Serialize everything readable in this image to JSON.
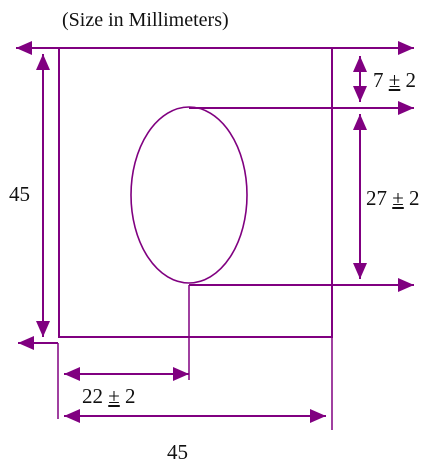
{
  "diagram": {
    "title": "(Size in Millimeters)",
    "dimensions": {
      "height_total": {
        "value": "45"
      },
      "width_total": {
        "value": "45"
      },
      "top_offset": {
        "value": "7",
        "tolerance": "2"
      },
      "ellipse_height": {
        "value": "27",
        "tolerance": "2"
      },
      "left_offset": {
        "value": "22",
        "tolerance": "2"
      }
    },
    "colors": {
      "line": "#800080",
      "text": "#111111",
      "background": "#ffffff"
    },
    "symbols": {
      "plus_minus": "±"
    }
  }
}
